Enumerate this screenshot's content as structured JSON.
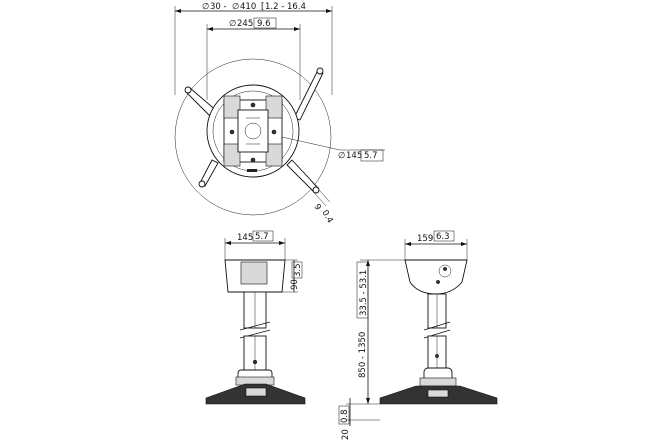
{
  "top_view": {
    "outer_diameter_symbol": "∅",
    "outer_diameter_mm": "30 - ",
    "outer_diameter_symbol2": "∅",
    "outer_diameter_mm2": "410",
    "outer_diameter_in": "1.2 - 16.4",
    "ring_symbol": "∅",
    "ring_mm": "245",
    "ring_in": "9.6",
    "plate_symbol": "∅",
    "plate_mm": "145",
    "plate_in": "5.7",
    "slot_mm": "9",
    "slot_in": "0.4"
  },
  "side_view": {
    "width_mm": "145",
    "width_in": "5.7",
    "cover_height_mm": "90",
    "cover_height_in": "3.5"
  },
  "front_view": {
    "width_mm": "159",
    "width_in": "6.3",
    "length_mm": "850 - 1350",
    "length_in": "33.5 - 53.1",
    "base_height_mm": "20",
    "base_height_in": "0.8"
  }
}
